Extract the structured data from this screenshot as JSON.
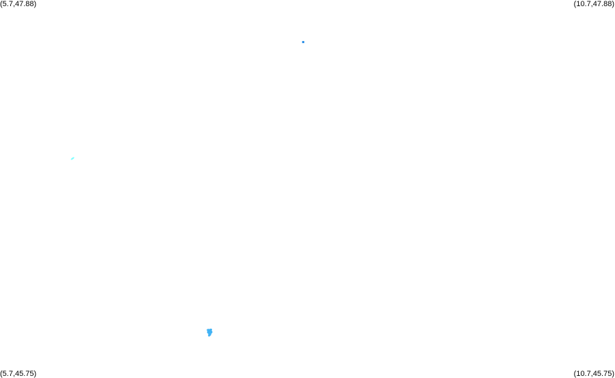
{
  "map": {
    "corners": {
      "top_left": "(5.7,47.88)",
      "top_right": "(10.7,47.88)",
      "bottom_left": "(5.7,45.75)",
      "bottom_right": "(10.7,45.75)"
    },
    "bounds": {
      "lon_min": 5.7,
      "lon_max": 10.7,
      "lat_min": 45.75,
      "lat_max": 47.88
    },
    "colors": {
      "background": "#ffffff",
      "text": "#000000"
    },
    "features": [
      {
        "name": "point-marker",
        "lon": 8.165,
        "lat": 47.643,
        "color": "#1e88e5"
      },
      {
        "name": "cyan-fleck",
        "lon": 6.29,
        "lat": 46.987,
        "color": "#80ffff"
      },
      {
        "name": "blue-cluster",
        "lon": 7.405,
        "lat": 46.009,
        "color": "#42b3f5"
      }
    ]
  }
}
